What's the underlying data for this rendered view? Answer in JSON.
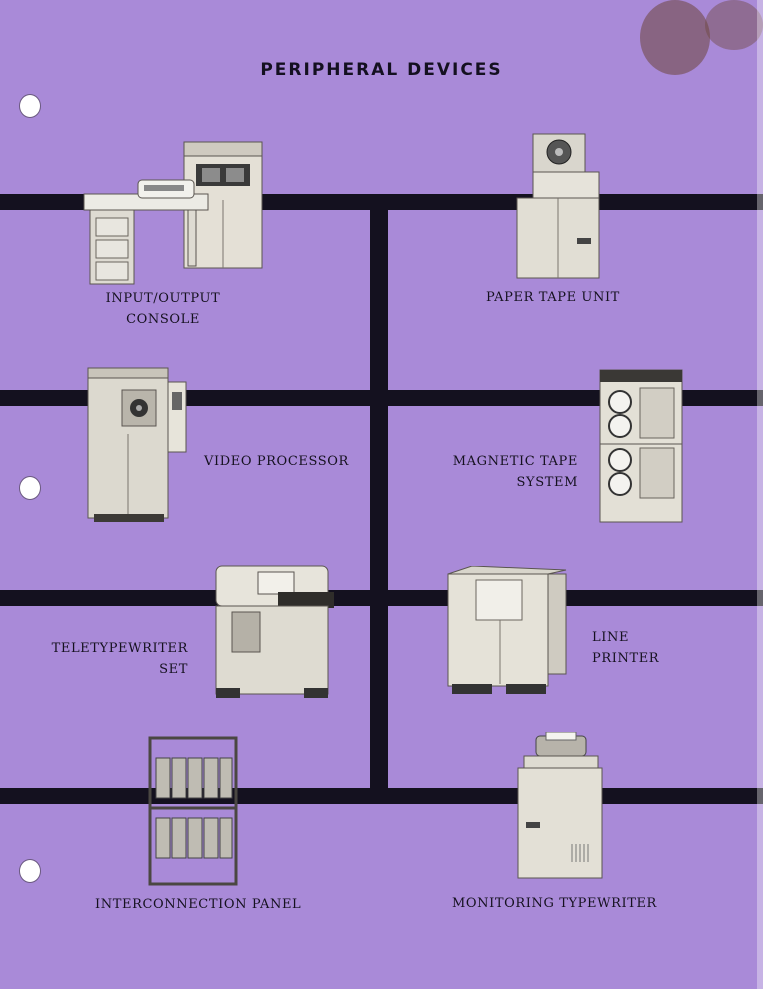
{
  "title": "PERIPHERAL DEVICES",
  "devices": {
    "io_console": {
      "label": "INPUT/OUTPUT\nCONSOLE"
    },
    "paper_tape": {
      "label": "PAPER TAPE UNIT"
    },
    "video_processor": {
      "label": "VIDEO PROCESSOR"
    },
    "magnetic_tape": {
      "label": "MAGNETIC TAPE\nSYSTEM"
    },
    "teletypewriter": {
      "label": "TELETYPEWRITER\nSET"
    },
    "line_printer": {
      "label": "LINE\nPRINTER"
    },
    "interconnection_panel": {
      "label": "INTERCONNECTION PANEL"
    },
    "monitoring_typewriter": {
      "label": "MONITORING TYPEWRITER"
    }
  },
  "colors": {
    "background": "#a98ad8",
    "bars": "#14111f",
    "text": "#15111f"
  }
}
